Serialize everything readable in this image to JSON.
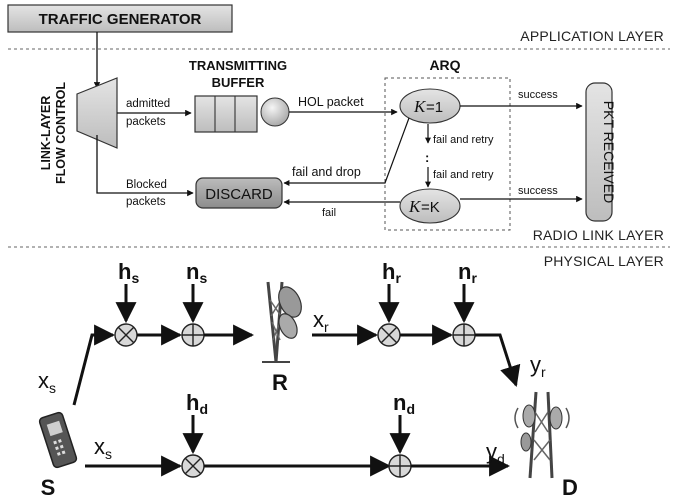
{
  "layers": {
    "application": "APPLICATION LAYER",
    "radio_link": "RADIO LINK LAYER",
    "physical": "PHYSICAL LAYER"
  },
  "link_layer": {
    "traffic_generator": "TRAFFIC GENERATOR",
    "flow_control_line1": "LINK-LAYER",
    "flow_control_line2": "FLOW CONTROL",
    "buffer_line1": "TRANSMITTING",
    "buffer_line2": "BUFFER",
    "admitted_line1": "admitted",
    "admitted_line2": "packets",
    "blocked_line1": "Blocked",
    "blocked_line2": "packets",
    "hol_packet": "HOL packet",
    "arq": "ARQ",
    "k1_label": "=1",
    "kK_label": "=K",
    "k_symbol": "K",
    "success_top": "success",
    "success_bottom": "success",
    "fail_and_retry_1": "fail and retry",
    "fail_and_retry_2": "fail and retry",
    "ellipsis": ":",
    "fail_and_drop": "fail and drop",
    "fail": "fail",
    "discard": "DISCARD",
    "pkt_received": "PKT RECEIVED"
  },
  "physical": {
    "h_s": "h",
    "h_s_sub": "s",
    "n_s": "n",
    "n_s_sub": "s",
    "h_r": "h",
    "h_r_sub": "r",
    "n_r": "n",
    "n_r_sub": "r",
    "h_d": "h",
    "h_d_sub": "d",
    "n_d": "n",
    "n_d_sub": "d",
    "x_r": "x",
    "x_r_sub": "r",
    "y_r": "y",
    "y_r_sub": "r",
    "x_s_top": "x",
    "x_s_top_sub": "s",
    "x_s_bottom": "x",
    "x_s_bottom_sub": "s",
    "y_d": "y",
    "y_d_sub": "d",
    "relay": "R",
    "source": "S",
    "destination": "D"
  }
}
